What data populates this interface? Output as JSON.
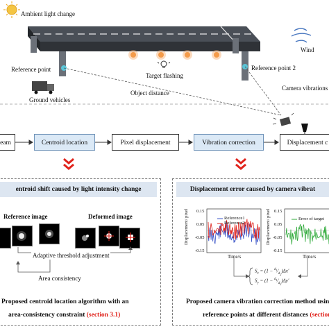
{
  "scene": {
    "ambient": "Ambient light change",
    "wind": "Wind",
    "target": "Target flashing",
    "ref1": "Reference   point",
    "ref2": "Reference point 2",
    "vehicles": "Ground vehicles",
    "distance": "Object distance",
    "camera": "Camera vibrations"
  },
  "flow": {
    "step0": "eam",
    "step1": "Centroid location",
    "step2": "Pixel displacement",
    "step3": "Vibration correction",
    "step4": "Displacement c"
  },
  "left_panel": {
    "title": "entroid shift caused by light intensity change",
    "reference_label": "Reference image",
    "deformed_label": "Deformed image",
    "threshold": "Adaptive threshold adjustment",
    "consistency": "Area consistency",
    "caption_line1": "Proposed centroid location algorithm with an",
    "caption_line2": "area-consistency constraint",
    "caption_ref": "(section 3.1)"
  },
  "right_panel": {
    "title": "Displacement error caused by camera vibrat",
    "plot1": {
      "ylabel": "Displacement/ pixel",
      "xlabel": "Time/s",
      "legend": [
        "Reference1",
        "Reference2"
      ],
      "yticks": [
        "0.15",
        "0.05",
        "-0.05",
        "-0.15"
      ]
    },
    "plot2": {
      "ylabel": "Displacement/ pixel",
      "xlabel": "Time/s",
      "legend": [
        "Error of target"
      ],
      "yticks": [
        "0.15",
        "0.05",
        "-0.05",
        "-0.15"
      ]
    },
    "caption_line1": "Proposed camera vibration correction method using",
    "caption_line2": "reference points at different distances",
    "caption_ref": "(section 3."
  },
  "colors": {
    "ref1": "#3b55c8",
    "ref2": "#e0231c",
    "error": "#2faa3a",
    "panel_head": "#dde6f1",
    "box_blue": "#dbe9f6",
    "chevron": "#e0231c"
  }
}
